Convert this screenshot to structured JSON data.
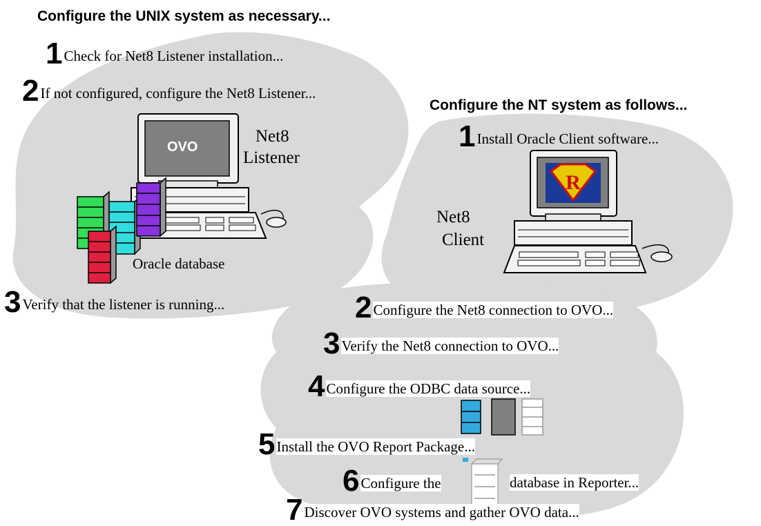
{
  "unix": {
    "title": "Configure the UNIX system as necessary...",
    "steps": [
      {
        "num": "1",
        "text": "Check for Net8 Listener installation..."
      },
      {
        "num": "2",
        "text": "If not configured, configure the Net8 Listener..."
      },
      {
        "num": "3",
        "text": "Verify that the listener is running..."
      }
    ],
    "screen_label": "OVO",
    "listener_line1": "Net8",
    "listener_line2": "Listener",
    "db_label": "Oracle database"
  },
  "nt": {
    "title": "Configure the NT system as follows...",
    "client_line1": "Net8",
    "client_line2": "Client",
    "steps": [
      {
        "num": "1",
        "text": "Install Oracle Client software..."
      },
      {
        "num": "2",
        "text": "Configure the Net8 connection to OVO..."
      },
      {
        "num": "3",
        "text": "Verify the Net8 connection to OVO..."
      },
      {
        "num": "4",
        "text": "Configure the ODBC data source..."
      },
      {
        "num": "5",
        "text": "Install the OVO Report Package..."
      },
      {
        "num": "6",
        "text_a": "Configure the",
        "text_b": "database in Reporter..."
      },
      {
        "num": "7",
        "text": "Discover OVO systems and gather OVO data..."
      }
    ]
  },
  "colors": {
    "cloud": "#d9d9d9",
    "green": "#33dd55",
    "cyan": "#33dddd",
    "purple": "#8833dd",
    "red": "#e02040",
    "blue_cabinet": "#33aadd"
  },
  "icons": [
    "unix-workstation-icon",
    "nt-workstation-icon",
    "superman-logo-icon",
    "database-cabinet-icon"
  ]
}
